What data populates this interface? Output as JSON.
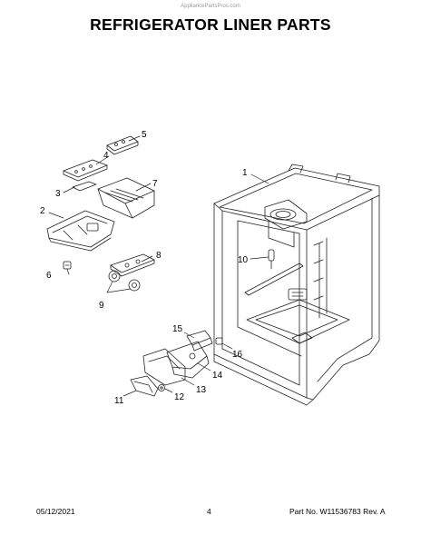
{
  "watermark": "AppliancePartsPros.com",
  "title": "REFRIGERATOR LINER PARTS",
  "callouts": [
    "1",
    "2",
    "3",
    "4",
    "5",
    "6",
    "7",
    "8",
    "9",
    "10",
    "11",
    "12",
    "13",
    "14",
    "15",
    "16"
  ],
  "footer": {
    "date": "05/12/2021",
    "page": "4",
    "part_number": "Part No. W11536783  Rev. A"
  }
}
